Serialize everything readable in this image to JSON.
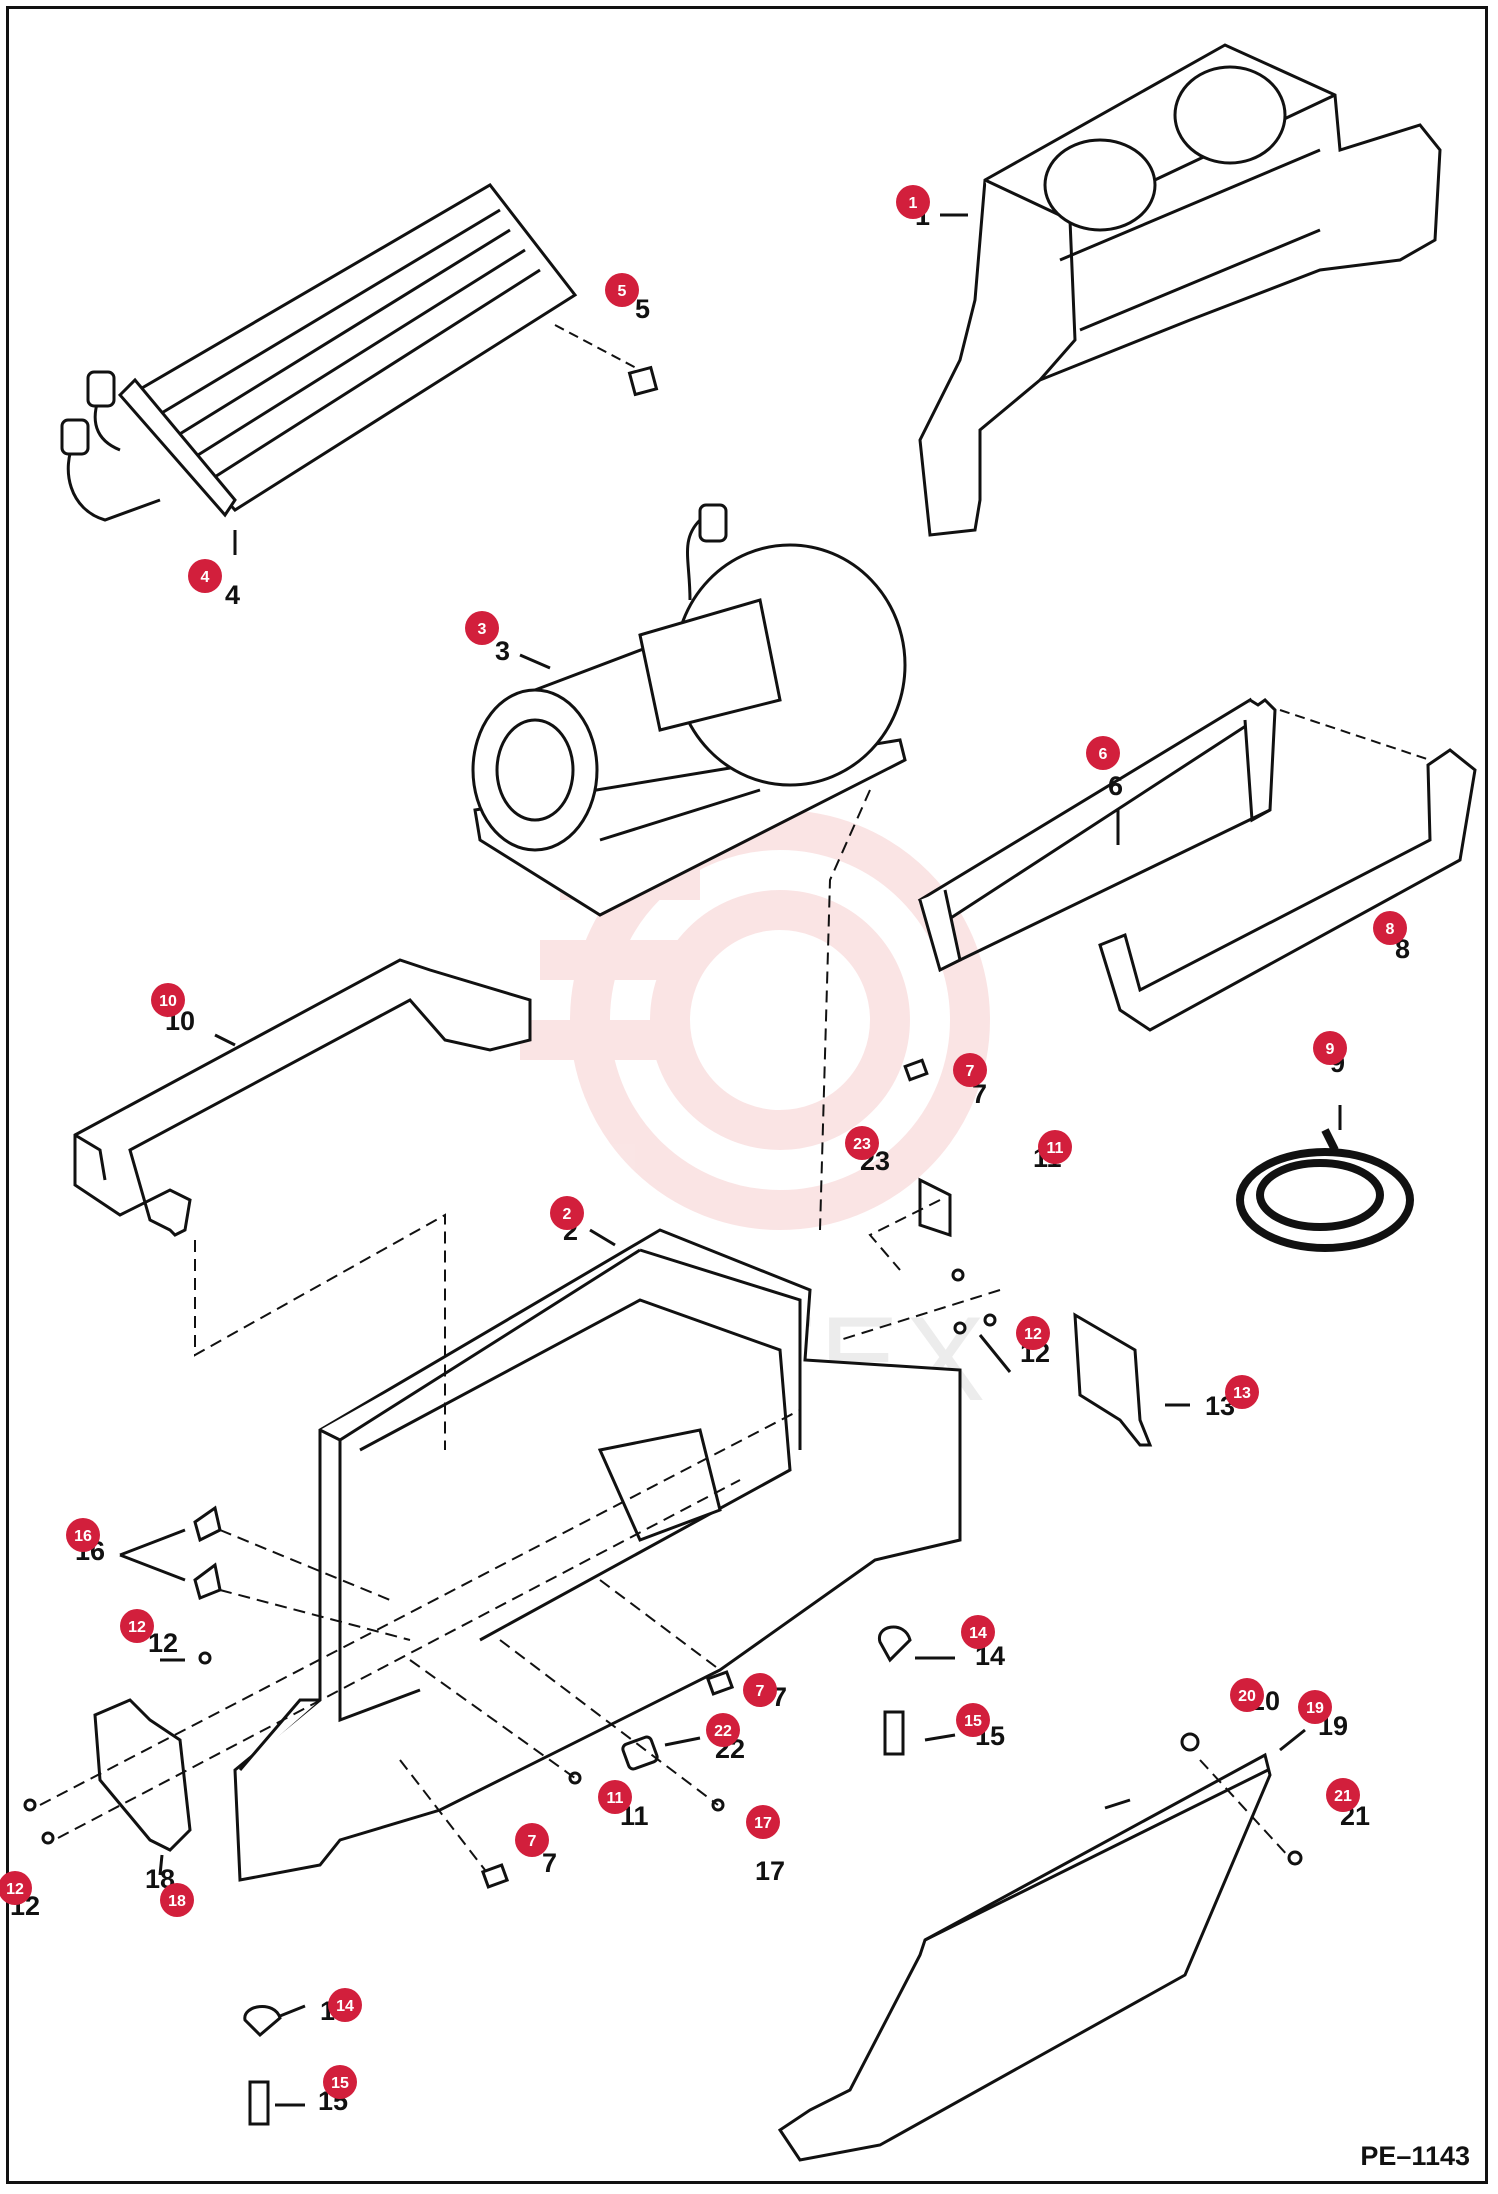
{
  "page_code": "PE–1143",
  "watermark": "ИНТЕХ",
  "callouts": [
    {
      "label": "1"
    },
    {
      "label": "2"
    },
    {
      "label": "3"
    },
    {
      "label": "4"
    },
    {
      "label": "5"
    },
    {
      "label": "6"
    },
    {
      "label": "7"
    },
    {
      "label": "7"
    },
    {
      "label": "7"
    },
    {
      "label": "8"
    },
    {
      "label": "9"
    },
    {
      "label": "10"
    },
    {
      "label": "11"
    },
    {
      "label": "11"
    },
    {
      "label": "12"
    },
    {
      "label": "12"
    },
    {
      "label": "12"
    },
    {
      "label": "13"
    },
    {
      "label": "14"
    },
    {
      "label": "14"
    },
    {
      "label": "15"
    },
    {
      "label": "15"
    },
    {
      "label": "16"
    },
    {
      "label": "17"
    },
    {
      "label": "18"
    },
    {
      "label": "19"
    },
    {
      "label": "20"
    },
    {
      "label": "21"
    },
    {
      "label": "22"
    },
    {
      "label": "23"
    }
  ],
  "part_numbers": [
    "1",
    "2",
    "3",
    "4",
    "5",
    "6",
    "7",
    "7",
    "7",
    "8",
    "9",
    "10",
    "11",
    "11",
    "12",
    "12",
    "12",
    "13",
    "14",
    "14",
    "15",
    "15",
    "16",
    "17",
    "18",
    "19",
    "20",
    "21",
    "22",
    "23"
  ],
  "colors": {
    "callout": "#d21f3c",
    "line": "#111111",
    "watermark": "#f2b4b4"
  }
}
